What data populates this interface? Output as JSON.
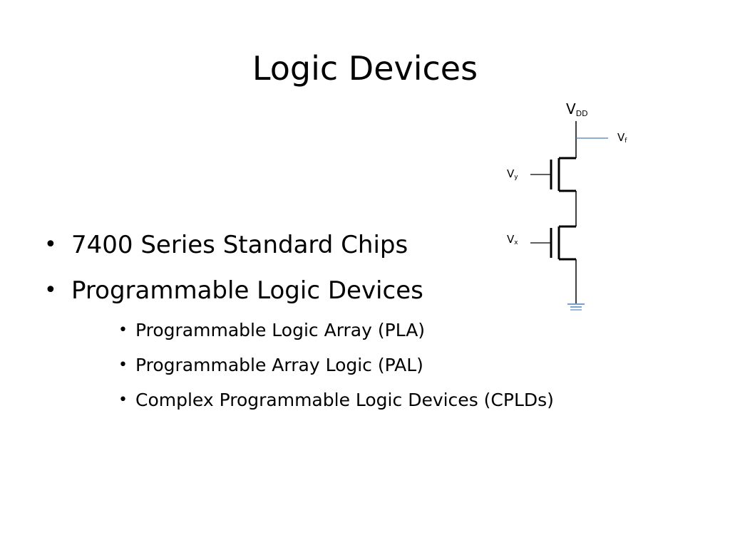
{
  "slide": {
    "title": "Logic Devices",
    "bullets": [
      {
        "text": "7400 Series Standard Chips"
      },
      {
        "text": "Programmable Logic Devices"
      }
    ],
    "subbullets": [
      {
        "text": "Programmable Logic Array (PLA)"
      },
      {
        "text": "Programmable Array Logic (PAL)"
      },
      {
        "text": "Complex Programmable Logic Devices (CPLDs)"
      }
    ],
    "bullet_symbol": "•"
  },
  "circuit": {
    "vdd_main": "V",
    "vdd_sub": "DD",
    "vf_main": "V",
    "vf_sub": "f",
    "vy_main": "V",
    "vy_sub": "y",
    "vx_main": "V",
    "vx_sub": "x",
    "wire_color": "#000000",
    "output_color": "#4a7ebb"
  }
}
